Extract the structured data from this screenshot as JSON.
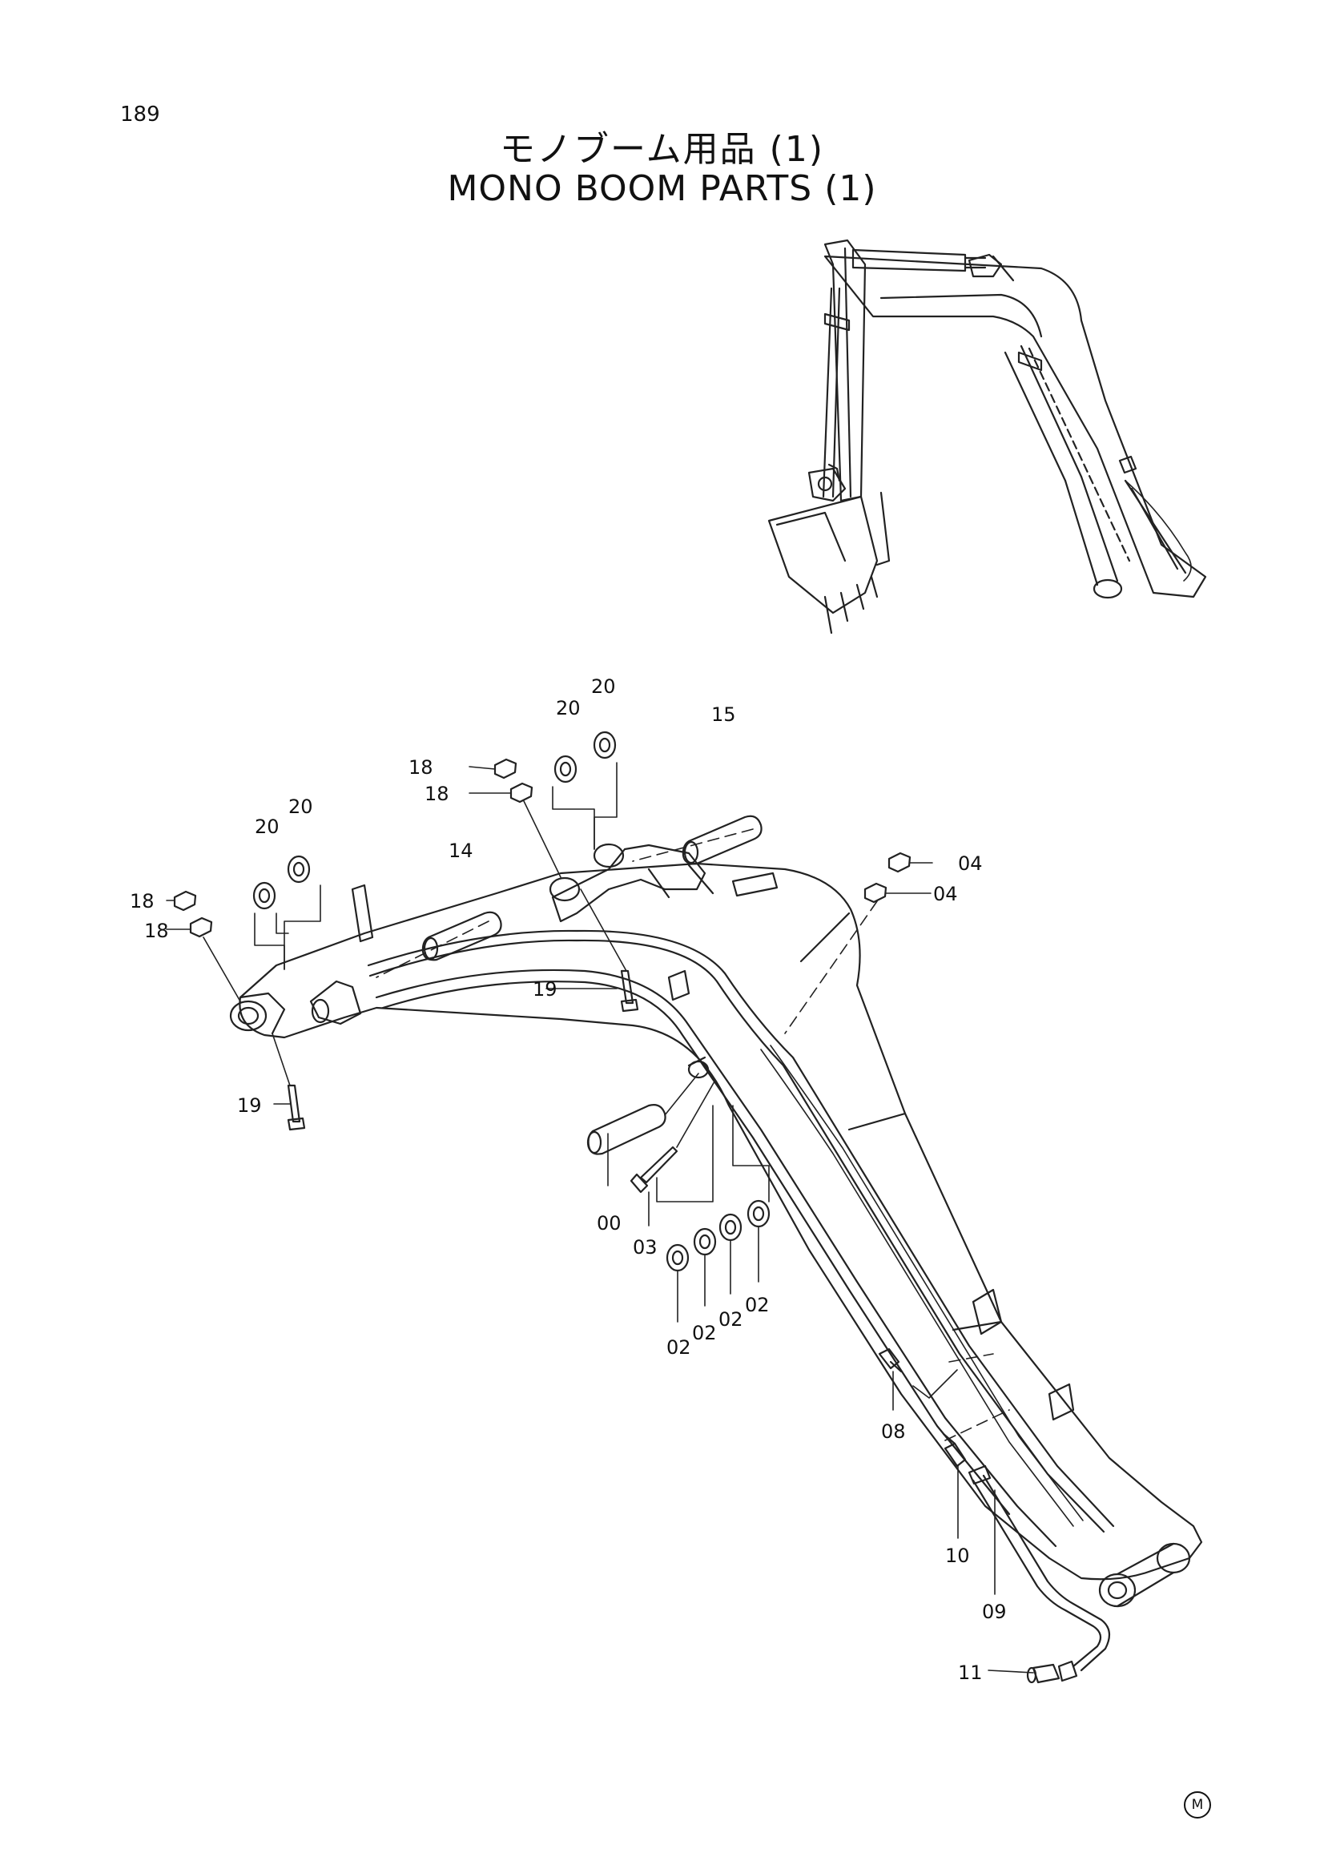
{
  "page_number": "189",
  "title_jp": "モノブーム用品 (1)",
  "title_en": "MONO BOOM PARTS (1)",
  "callouts": {
    "c00": "00",
    "c02a": "02",
    "c02b": "02",
    "c02c": "02",
    "c02d": "02",
    "c03": "03",
    "c04a": "04",
    "c04b": "04",
    "c08": "08",
    "c09": "09",
    "c10": "10",
    "c11": "11",
    "c14": "14",
    "c15": "15",
    "c18a": "18",
    "c18b": "18",
    "c18c": "18",
    "c18d": "18",
    "c19a": "19",
    "c19b": "19",
    "c20a": "20",
    "c20b": "20",
    "c20c": "20",
    "c20d": "20"
  },
  "footer_mark": "M"
}
